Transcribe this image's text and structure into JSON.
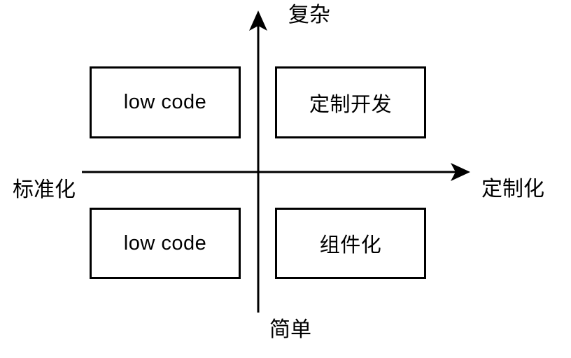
{
  "diagram": {
    "title": "low code quadrant diagram",
    "axes": {
      "y_top_label": "复杂",
      "y_bottom_label": "简单",
      "x_left_label": "标准化",
      "x_right_label": "定制化"
    },
    "quadrants": {
      "top_left": "low code",
      "top_right": "定制开发",
      "bottom_left": "low code",
      "bottom_right": "组件化"
    },
    "colors": {
      "line": "#000000",
      "background": "#ffffff",
      "text": "#000000"
    }
  }
}
